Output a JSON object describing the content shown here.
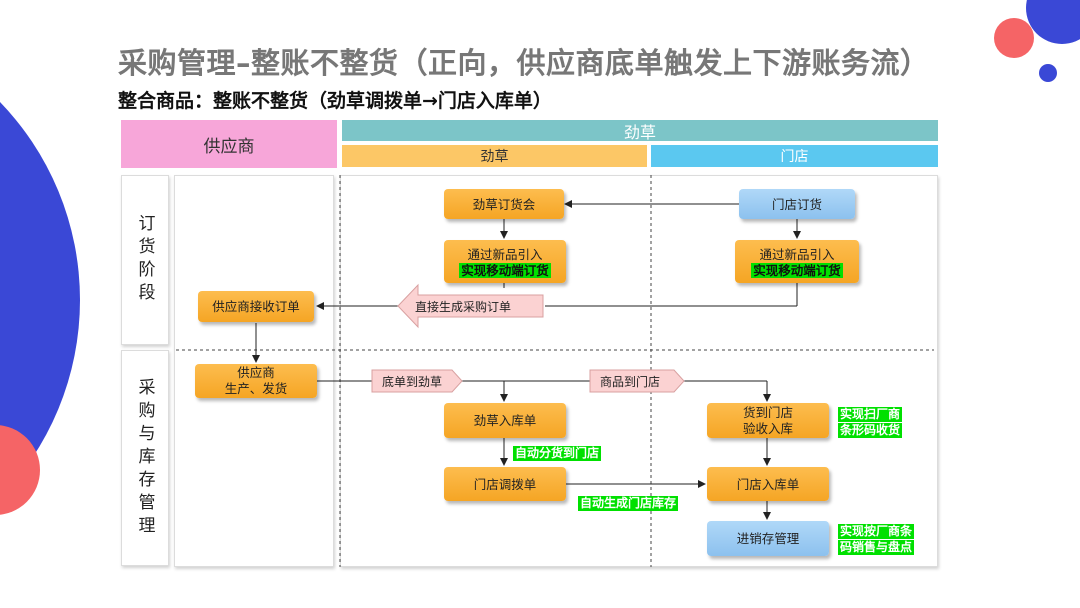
{
  "title": "采购管理–整账不整货（正向，供应商底单触发上下游账务流）",
  "subtitle": "整合商品：整账不整货（劲草调拨单→门店入库单）",
  "lanes": {
    "supplier": "供应商",
    "jincao_group": "劲草",
    "jincao": "劲草",
    "store": "门店"
  },
  "phases": {
    "ordering": "订货阶段",
    "procurement": "采购与库存管理"
  },
  "nodes": {
    "jincao_order_meeting": "劲草订货会",
    "store_order": "门店订货",
    "jincao_new_item_line1": "通过新品引入",
    "jincao_new_item_line2": "实现移动端订货",
    "store_new_item_line1": "通过新品引入",
    "store_new_item_line2": "实现移动端订货",
    "supplier_receive_order": "供应商接收订单",
    "direct_po": "直接生成采购订单",
    "supplier_produce_line1": "供应商",
    "supplier_produce_line2": "生产、发货",
    "receipt_to_jincao": "底单到劲草",
    "goods_to_store": "商品到门店",
    "jincao_inbound": "劲草入库单",
    "store_arrival_line1": "货到门店",
    "store_arrival_line2": "验收入库",
    "store_transfer": "门店调拨单",
    "store_inbound": "门店入库单",
    "inventory_mgmt": "进销存管理"
  },
  "notes": {
    "auto_distribute": "自动分货到门店",
    "auto_store_stock": "自动生成门店库存",
    "scan_line1": "实现扫厂商",
    "scan_line2": "条形码收货",
    "sales_line1": "实现按厂商条",
    "sales_line2": "码销售与盘点"
  },
  "colors": {
    "supplier_header": "#f7a6d9",
    "group_header": "#7cc5c8",
    "jincao_header": "#fcc766",
    "store_header": "#5bc8f0",
    "orange_node": "#f5a524",
    "blue_node": "#8cc1ee",
    "highlight": "#00e000",
    "arrow_tag": "#fbd2d2",
    "decor_blue": "#3a48d6",
    "decor_coral": "#f56466"
  }
}
